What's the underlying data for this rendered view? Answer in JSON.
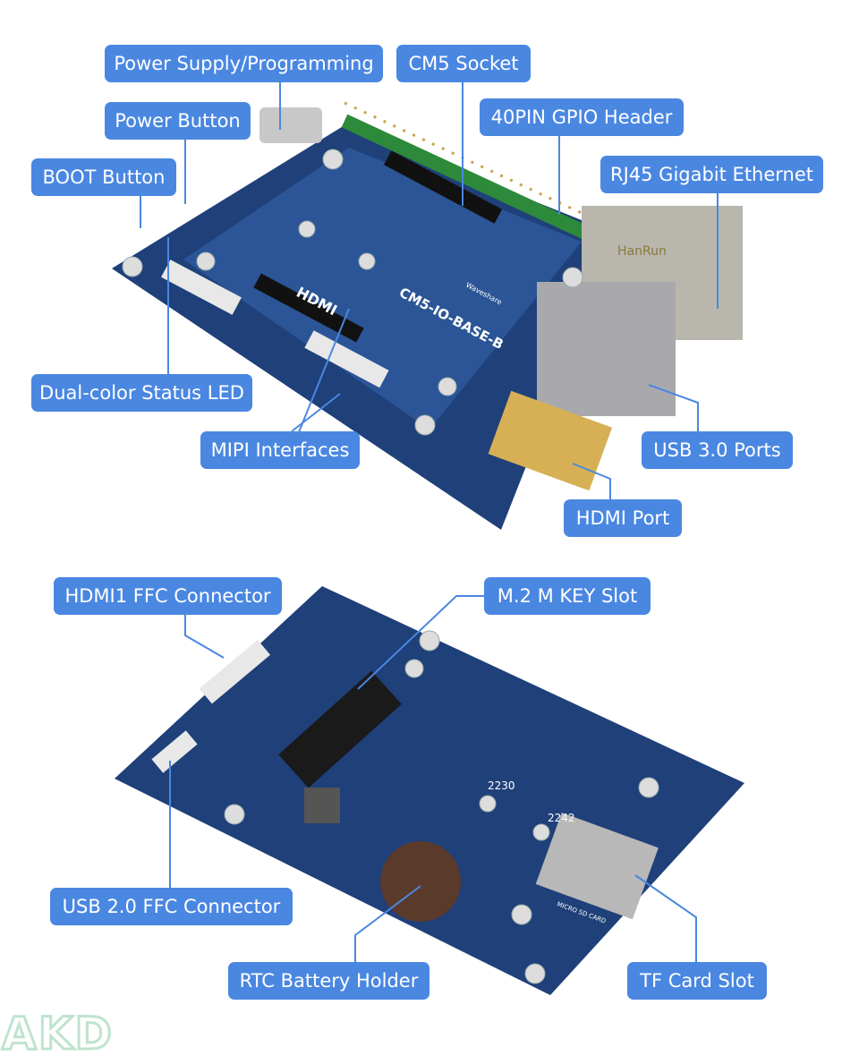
{
  "labels": {
    "power_supply": "Power Supply/Programming",
    "cm5_socket": "CM5 Socket",
    "power_button": "Power Button",
    "gpio_header": "40PIN GPIO Header",
    "boot_button": "BOOT Button",
    "rj45": "RJ45 Gigabit Ethernet",
    "status_led": "Dual-color Status LED",
    "mipi": "MIPI Interfaces",
    "usb3": "USB 3.0 Ports",
    "hdmi_port": "HDMI Port",
    "hdmi1_ffc": "HDMI1 FFC Connector",
    "m2_slot": "M.2 M KEY Slot",
    "usb2_ffc": "USB 2.0 FFC Connector",
    "rtc": "RTC Battery Holder",
    "tf_card": "TF Card Slot"
  },
  "board": {
    "name": "CM5-IO-BASE-B",
    "brand": "Waveshare",
    "silk_hdmi": "HDMI",
    "rj45_brand": "HanRun",
    "silk_2230": "2230",
    "silk_2242": "2242",
    "silk_micro_sd": "MICRO SD CARD"
  },
  "watermark": "AKD",
  "colors": {
    "label": "#4a87e1",
    "pcb": "#1f4079",
    "watermark": "#bfe3cf"
  }
}
